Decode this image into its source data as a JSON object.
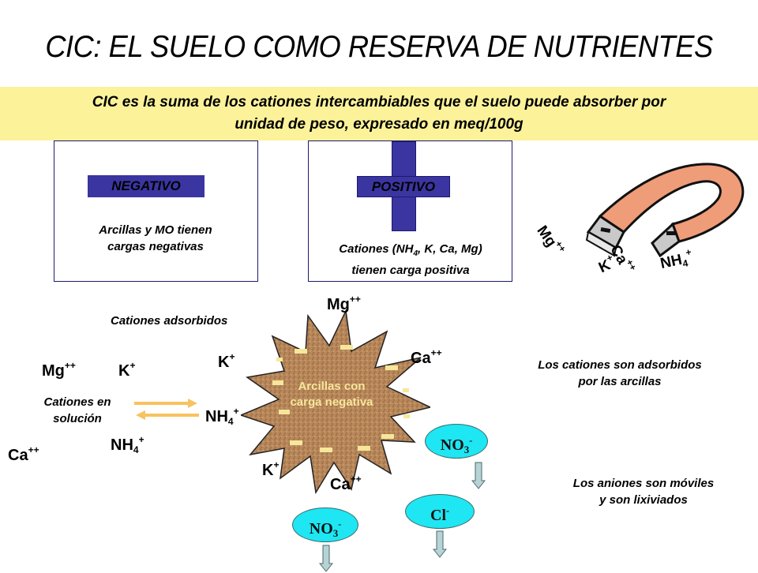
{
  "title": "CIC: EL SUELO COMO RESERVA DE NUTRIENTES",
  "definition": {
    "line1": "CIC es la suma de los cationes intercambiables que el suelo puede absorber por",
    "line2": "unidad de peso, expresado en meq/100g",
    "background": "#fbf29a"
  },
  "negative_box": {
    "tag": "NEGATIVO",
    "caption_line1": "Arcillas y MO tienen",
    "caption_line2": "cargas negativas"
  },
  "positive_box": {
    "tag": "POSITIVO",
    "caption_line1_pre": "Cationes (NH",
    "caption_line1_sub": "4",
    "caption_line1_post": ", K, Ca, Mg)",
    "caption_line2": "tienen carga positiva"
  },
  "magnet": {
    "ions": [
      {
        "base": "Mg",
        "charge": "++"
      },
      {
        "base": "K",
        "charge": "+"
      },
      {
        "base": "Ca",
        "charge": "++"
      },
      {
        "base": "NH",
        "sub": "4",
        "charge": "+"
      }
    ],
    "pole_sign": "-"
  },
  "clay_particle": {
    "label_line1": "Arcillas con",
    "label_line2": "carga negativa",
    "heading": "Cationes adsorbidos",
    "adsorbed_ions": [
      {
        "base": "Mg",
        "charge": "++"
      },
      {
        "base": "Ca",
        "charge": "++"
      },
      {
        "base": "K",
        "charge": "+"
      },
      {
        "base": "NH",
        "sub": "4",
        "charge": "+"
      },
      {
        "base": "K",
        "charge": "+"
      },
      {
        "base": "Ca",
        "charge": "++"
      }
    ],
    "color": "#b8875a"
  },
  "solution": {
    "label_line1": "Cationes en",
    "label_line2": "solución",
    "ions": [
      {
        "base": "Mg",
        "charge": "++"
      },
      {
        "base": "K",
        "charge": "+"
      },
      {
        "base": "NH",
        "sub": "4",
        "charge": "+"
      },
      {
        "base": "Ca",
        "charge": "++"
      }
    ],
    "arrow_color": "#f7c35f"
  },
  "notes": {
    "cations_line1": "Los cationes son adsorbidos",
    "cations_line2": "por las arcillas",
    "anions_line1": "Los aniones son móviles",
    "anions_line2": "y son lixiviados"
  },
  "anions": [
    {
      "base": "NO",
      "sub": "3",
      "charge": "-"
    },
    {
      "base": "Cl",
      "charge": "-"
    },
    {
      "base": "NO",
      "sub": "3",
      "charge": "-"
    }
  ],
  "colors": {
    "tag_blue": "#3a35a0",
    "anion_fill": "#1ee6f2",
    "magnet_orange": "#ef9c78",
    "magnet_pole": "#c9c9c9"
  }
}
